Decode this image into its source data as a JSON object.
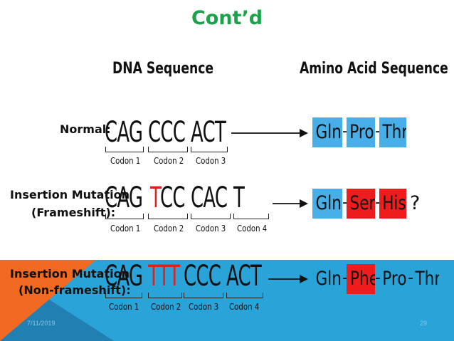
{
  "slide": {
    "title": "Cont’d",
    "date": "7/11/2019",
    "page_number": "29"
  },
  "headings": {
    "dna": "DNA Sequence",
    "amino": "Amino Acid Sequence"
  },
  "rows": {
    "normal": {
      "label_line1": "Normal:",
      "codons": [
        "CAG",
        "CCC",
        "ACT"
      ],
      "codon_labels": [
        "Codon 1",
        "Codon 2",
        "Codon 3"
      ],
      "amino_acids": [
        "Gln",
        "Pro",
        "Thr"
      ]
    },
    "frameshift": {
      "label_line1": "Insertion Mutation",
      "label_line2": "(Frameshift):",
      "codons": [
        "CAG",
        "T",
        "CC",
        "CAC",
        "T"
      ],
      "codon_labels": [
        "Codon 1",
        "Codon 2",
        "Codon 3",
        "Codon 4"
      ],
      "amino_acids": [
        "Gln",
        "Ser",
        "His"
      ],
      "unknown": "?"
    },
    "nonframeshift": {
      "label_line1": "Insertion Mutation",
      "label_line2": "(Non-frameshift):",
      "codons": [
        "CAG",
        "TTT",
        "CCC",
        "ACT"
      ],
      "codon_labels": [
        "Codon 1",
        "Codon 2",
        "Codon 3",
        "Codon 4"
      ],
      "amino_acids": [
        "Gln",
        "Phe",
        "Pro",
        "Thr"
      ]
    }
  },
  "colors": {
    "title": "#1aa34a",
    "normal_box": "#47aee8",
    "mutated_box": "#ee1c1c",
    "mutated_base": "#e01e1e",
    "band_blue": "#2aa3d8",
    "band_orange": "#f26a21"
  },
  "icons": {
    "arrow": "right-arrow-icon"
  }
}
